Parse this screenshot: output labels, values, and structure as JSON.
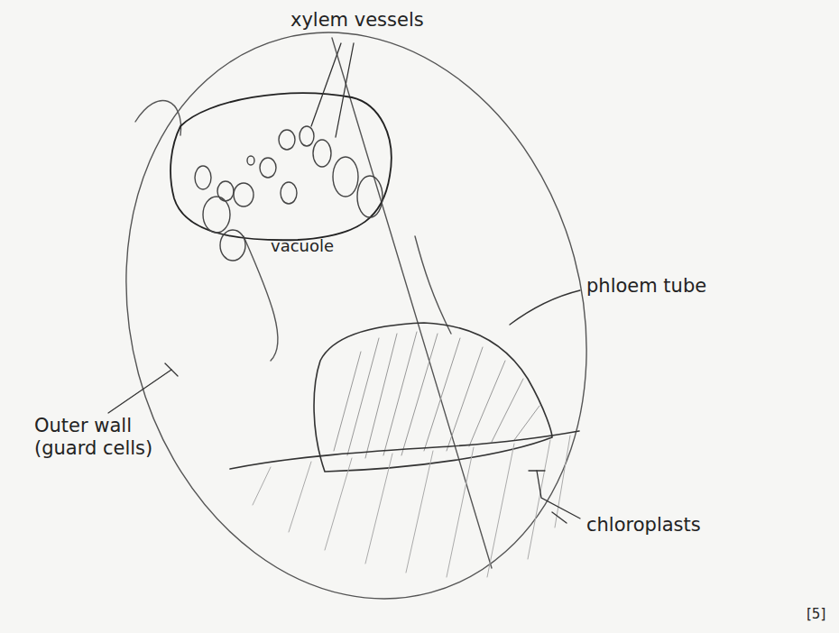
{
  "diagram": {
    "labels": [
      "xylem vessels",
      "vacuole",
      "phloem tube",
      "Outer wall (guard cells)",
      "chloroplasts",
      "[5]"
    ]
  }
}
